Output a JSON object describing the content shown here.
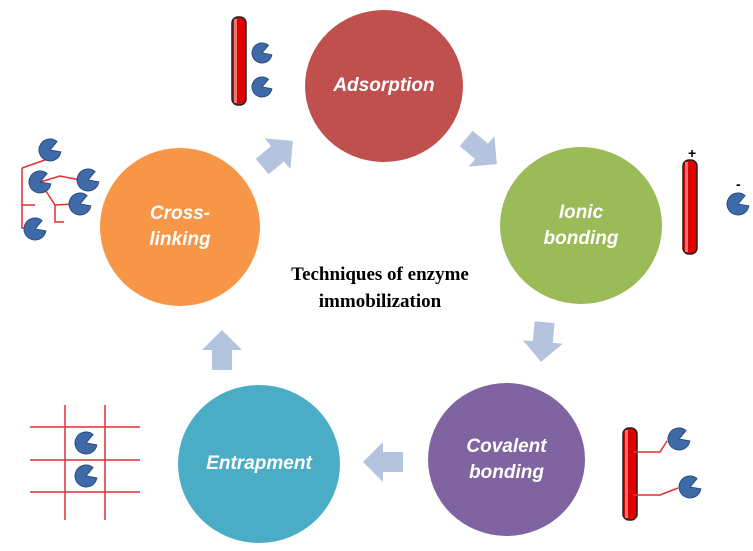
{
  "title": "Techniques of enzyme\nimmobilization",
  "nodes": [
    {
      "key": "adsorption",
      "label": "Adsorption",
      "color": "#c0504d"
    },
    {
      "key": "ionic",
      "label": "Ionic\nbonding",
      "color": "#9bbb59"
    },
    {
      "key": "covalent",
      "label": "Covalent\nbonding",
      "color": "#8064a2"
    },
    {
      "key": "entrapment",
      "label": "Entrapment",
      "color": "#4bacc6"
    },
    {
      "key": "crosslinking",
      "label": "Cross-\nlinking",
      "color": "#f79646"
    }
  ],
  "charges": {
    "positive": "+",
    "negative": "-"
  },
  "colors": {
    "arrow": "#b4c4de",
    "enzyme": "#3f6aa8",
    "support": "#e00000",
    "link": "#e03030"
  }
}
